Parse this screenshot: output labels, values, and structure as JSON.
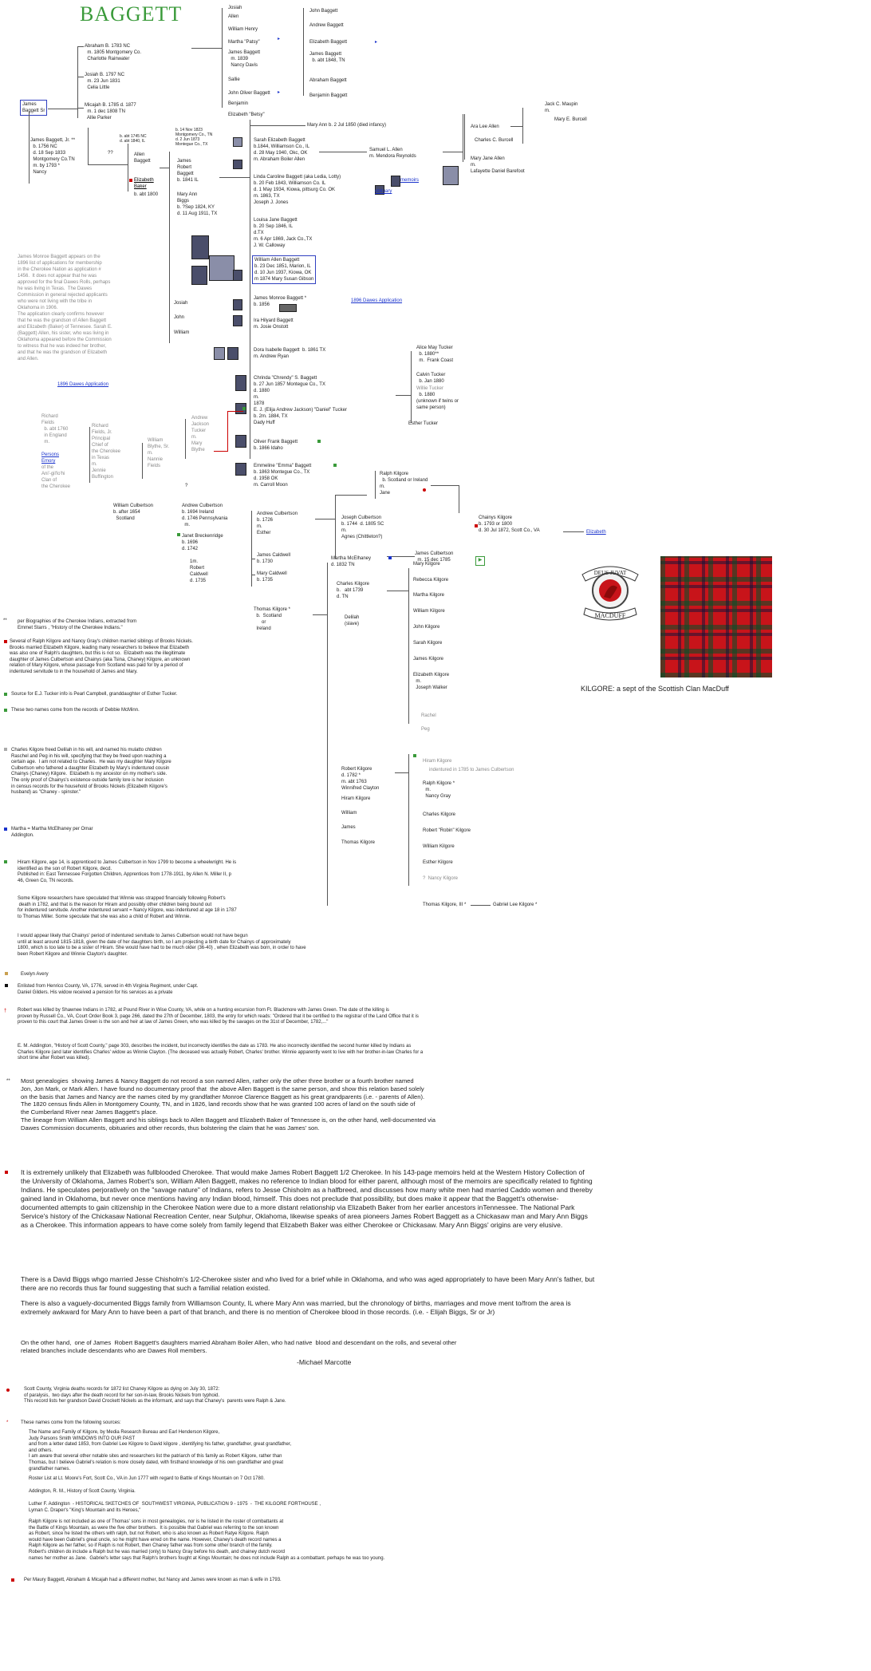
{
  "title": "BAGGETT",
  "colors": {
    "title": "#3a9a3a",
    "link": "#1a33cc",
    "box_border": "#3040c0",
    "accent_red": "#cc0000",
    "gray_text": "#888888"
  },
  "tree": {
    "james_sr": "James\nBaggett Sr",
    "abraham": "Abraham B. 1783 NC\n  m. 1805 Montgomery Co.\n  Charlotte Rainwater",
    "josiah_b": "Josiah B. 1797 NC\n  m. 23 Jun 1831\n  Celia Little",
    "micajah": "Micajah B. 1785 d. 1877\n  m. 1 dec 1808 TN\n  Allie Parker",
    "james_jr": "James Baggett, Jr. **\n  b. 1756 NC\n  d. 18 Sep 1833\n  Montgomery Co.TN\n  m. by 1793 *\n  Nancy",
    "abt_allen": "b. abt 1745 NC\nd. abt 1840, IL",
    "allen": "Allen\nBaggett",
    "elizabeth_baker": "Elizabeth\nBaker",
    "eb_born": "b. abt 1800",
    "qq": "??",
    "james_robert": "James\nRobert\nBaggett\nb. 1841 IL",
    "jrb_dates": "b. 14 Nov 1823\nMontgomery Co., TN\nd. 2 Jun 1873\nMontegue Co., TX",
    "mary_ann_biggs": "Mary Ann\nBiggs\nb. ?Sep 1824, KY\nd. 11 Aug 1911, TX",
    "sibs1": [
      "Josiah",
      "Allen",
      "William Henry",
      "Martha \"Patsy\"",
      "James Baggett\n  m. 1839\n  Nancy Davis",
      "Sallie",
      "John Oliver Baggett",
      "Benjamin",
      "Elizabeth \"Betsy\""
    ],
    "kids1": [
      "John Baggett",
      "Andrew Baggett",
      "Elizabeth Baggett",
      "James Baggett\n  b. abt 1848, TN",
      "Abraham Baggett",
      "Benjamin Baggett"
    ],
    "mary_ann_1850": "Mary Ann  b. 2 Jul 1850 (died infancy)",
    "sarah": "Sarah Elizabeth Baggett\nb.1844, Williamson Co., IL\nd. 28 May 1940, Okc, OK\nm. Abraham Boiler Allen",
    "samuel": "Samuel L. Allen\nm. Mendora Reynolds",
    "charles_burcell": "Charles C. Burcell",
    "jack_maupin": "Jack C. Maupin\nm.",
    "mary_burcell": "Mary E. Burcell",
    "ara_lee": "Ara Lee Allen",
    "mary_jane": "Mary Jane Allen\nm.\nLafayette Daniel Barefoot",
    "linda": "Linda Caroline Baggett (aka Ledia, Lotty)\nb. 20 Feb 1843, Williamson Co. IL\nd. 1 May 1934, Kiowa, pittsurg Co. OK\nm. 1863, TX\nJoseph J. Jones",
    "memoirs": "memoirs",
    "obituary": "obituary",
    "louisa": "Louisa Jane Baggett\nb. 20 Sep 1846, IL\nd.TX\nm. 6 Apr 1869, Jack Co.,TX\nJ. W. Calloway",
    "william_allen": "William Allen Baggett\nb. 23 Dec 1851, Marion, IL\nd. 10 Jun 1937, Kiowa, OK\nm 1874 Mary Susan Gibson",
    "jm_baggett": "James Monroe Baggett *\nb. 1856",
    "dawes_link1": "1896 Dawes Application",
    "ira": "Ira Hilyard Baggett\nm. Josie Onstott",
    "jjw": [
      "Josiah",
      "John",
      "William"
    ],
    "dora": "Dora Isabelle Baggett  b. 1861 TX\nm. Andrew Ryan",
    "alice": "Alice May Tucker\n  b. 1880**\n  m.  Frank Coast",
    "calvin": "Calvin Tucker\n  b. Jan 1880",
    "willie": "Willie Tucker",
    "willie_b": "  b. 1880\n(unknown if twins or\nsame person)",
    "chrinda": "Chrinda \"Chrendy\" S. Baggett\nb. 27 Jun 1857 Montegue Co., TX\nd. 1880\nm.\n1878\nE. J. (Elija Andrew Jackson) \"Daniel\" Tucker\nb. 2m. 1884, TX\nDady Huff",
    "esther_t": "Esther Tucker",
    "oliver": "Oliver Frank Baggett\nb. 1866 Idaho",
    "emmeline": "Emmeline \"Emma\" Baggett\nb. 1863 Montegue Co., TX\nd. 1958 OK\nm. Carroll Moon",
    "jm_note": "James Monroe Baggett appears on the\n1896 list of applications for membership\nin the Cherokee Nation as application #\n1456.  It does not appear that he was\napproved for the final Dawes Rolls, perhaps\nhe was living in Texas.  The Dawes\nCommission in general rejected applicants\nwho were not living with the tribe in\nOklahoma in 1906.\nThe application clearly confirms however\nthat he was the grandson of Allen Baggett\nand Elizabeth (Baker) of Tennesee. Sarah E.\n(Baggett) Allen, his sister, who was living in\nOklahoma appeared before the Commission\nto witness that he was indeed her brother,\nand that he was the grandson of Elizabeth\nand Allen.",
    "dawes_link2": "1896 Dawes Application",
    "richard": "Richard\nFields\n  b. abt 1760\n  in England\n  m.",
    "persons_emory": "Persons\nEmory",
    "emory_of": "of the\nAni'-gil'lo'hi\nClan of\nthe Cherokee",
    "richard_jr": "Richard\nFields, Jr.\nPrincipal\nChief of\nthe Cherokee\nin Texas\nm.\nJennie\nBuffington",
    "william_blythe": "William\nBlythe, Sr.\nm.\nNannie\nFields",
    "andrew_jt": "Andrew\nJackson\nTucker\nm.\nMary\nBlythe",
    "qm": "?",
    "william_c": "William Culbertson\nb. after 1654\n  Scotland",
    "andrew_c_1694": "Andrew Culbertson\nb. 1694 Ireland\nd. 1746 Pennsylvania\n  m.",
    "janet": "Janet Breckenridge\nb. 1696\nd. 1742",
    "andrew_c_1726": "Andrew Culbertson\nb. 1726\nm.\nEsther",
    "james_caldwell": "James Caldwell\nb. 1730",
    "robert_caldwell": "1m.\nRobert\nCaldwell\nd. 1735",
    "mary_caldwell": "Mary Caldwell\nb. 1735",
    "joseph_c": "Joseph Culbertson\nb. 1744  d. 1805 SC\nm.\nAgnes (Chittleton?)",
    "ralph_k": "Ralph Kilgore\n  b. Scotland or Ireland\nm.\nJane",
    "chainys": "Chainys Kilgore\nb. 1793 or 1800\nd. 30 Jul 1872, Scott Co., VA",
    "elizabeth_link": "Elizabeth",
    "james_c_1785": "James Culbertson\n  m. 15 dec 1785",
    "martha_mce": "Martha McElhaney\nd. 1832 TN",
    "thomas_k": "Thomas Kilgore *\n  b.  Scotland\n      or\n  Ireland",
    "charles_k": "Charles Kilgore\nb.   abt 1739\nd. TN",
    "delilah": "Delilah\n(slave)",
    "ck_kids": [
      "Mary Kilgore",
      "Rebecca Kilgore",
      "Martha Kilgore",
      "William Kilgore",
      "John Kilgore",
      "Sarah Kilgore",
      "James Kilgore",
      "Elizabeth Kilgore\n  m.\n  Joseph Walker"
    ],
    "ck_slaves": [
      "Rachel",
      "Peg"
    ],
    "robert_k": "Robert Kilgore\nd. 1782 *\nm. abt 1763\nWinnifred Clayton",
    "hiram": "Hiram Kilgore",
    "hiram_note": "indentured in 1785 to James Culbertson",
    "ralph_k2": "Ralph Kilgore *\n  m.\n  Nancy Gray",
    "rk_kids": [
      "Charles Kilgore",
      "Robert \"Robin\" Kilgore",
      "William Kilgore",
      "Esther Kilgore",
      "?  Nancy Kilgore"
    ],
    "tk_kids": [
      "Hiram Kilgore",
      "William",
      "James",
      "Thomas Kilgore"
    ],
    "thomas_iii": "Thomas Kilgore, III *",
    "gabriel": "Gabriel Lee Kilgore *",
    "crest_banner": "DEUS JUVAT",
    "crest_name": "MACDUFF",
    "kilgore_caption": "KILGORE:  a sept of the Scottish Clan MacDuff"
  },
  "notes": {
    "n1": "per Biographies of the Cherokee Indians, extracted from\nEmmet Starrs , \"History of the Cherokee Indians.\"",
    "n2": "Several of Ralph Kilgore and Nancy Gray's children married siblings of Brooks Nickels.\nBrooks married Elizabeth Kilgore, leading many researchers to believe that Elizabeth\nwas also one of Ralph's daughters, but this is not so.  Elizabeth was the illegitimate\ndaughter of James Culbertson and Chainys (aka Tsina, Chaney) Kilgore, an unknown\nrelation of Mary Kilgore, whose passage from Scotland was paid for by a period of\nindentured servitude to in the household of James and Mary.",
    "n3": "Source for E.J. Tucker info is  Pearl Campbell, granddaughter of Esther Tucker.",
    "n4": "These two names come from  the records of Debbie McMinn.",
    "n5": "Charles Kilgore freed Delilah in his will, and named his mulatto children\nRaschel and Peg in his will, specifying that they be freed upon reaching a\ncertain age.  I am not related to Charles.  He was my daughter Mary Kilgore\nCulbertson who fathered a daughter Elizabeth by Mary's indentured cousin\nChainys (Chaney) Kilgore.  Elizabeth is my ancestor on my mother's side.\nThe only proof of Chainys's existence outside family lore is her inclusion\nin census records for the household of Brooks Nickels (Elizabeth Kilgore's\nhusband) as \"Chaney - spinster.\"",
    "n6": "Martha = Martha McElhaney per Omar\nAddington.",
    "n7": "Hiram Kilgore, age 14, is apprenticed to James Culbertson in Nov 1799 to become a wheelwright. He is\nidentified as the son of Robert Kilgore, decd.\nPublished in: East Tennessee Forgotten Children, Apprentices from 1778-1911, by Allen N. Miller II, p\n46, Green Co, TN records.",
    "n7b": "Some Kilgore researchers have speculated that Winnie was strapped financially following Robert's\n death in 1782, and that is the reason for Hiram and possibly other children being bound out\nfor indentured servitude. Another indentured servant = Nancy Kilgore, was indentured at age 18 in 1787\nto Thomas Miller. Some speculate that she was also a child of Robert and Winnie.",
    "n7c": "I would appear likely that Chainys' period of indentured servitude to James Culbertson would not have begun\nuntil at least around 1815-1818, given the date of her daughters birth, so I am projecting a birth date for Chainys of approximately\n1800, which is too late to be a sister of Hiram. She would have had to be much older (36-40) , when Elizabeth was born, in order to have\nbeen Robert Kilgore and Winnie Clayton's daughter.",
    "n8": "Evelyn Avery",
    "n9": "Enlisted from Henrico County, VA, 1776, served in 4th Virginia Regiment, under Capt.\nDaniel Gilders. His widow received a pension for his services as a private",
    "n10": "Robert was killed by Shawnee Indians in 1782, at Pound River in Wise County, VA, while on a hunting excursion from Ft. Blackmore with James Green. The date of the killing is\nproven by Russell Co., VA, Court Order Book 3, page 266, dated the 27th of December, 1803, the entry for which reads: \"Ordered that it be certified to the registrar of the Land Office that it is\nproven to this court that James Green is the son and heir at law of James Green, who was killed by the savages on the 31st of December, 1782,...\"",
    "n10b": "E. M. Addington, \"History of Scott County,\" page 303, describes the incident, but incorrectly identifies the date as 1783. He also incorrectly identified the second hunter killed by Indians as\nCharles Kilgore (and later identifies Charles' widow as Winnie Clayton. (The deceased was actually Robert, Charles' brother. Winnie apparently went to live with her brother-in-law Charles for a\nshort time after Robert was killed).",
    "n11": "Most genealogies  showing James & Nancy Baggett do not record a son named Allen, rather only the other three brother or a fourth brother named\nJon, Jon Mark, or Mark Allen. I have found no documentary proof that  the above Allen Baggett is the same person, and show this relation based solely\non the basis that James and Nancy are the names cited by my grandfather Monroe Clarence Baggett as his great grandparents (i.e. - parents of Allen).\nThe 1820 census finds Allen in Montgomery County, TN, and in 1826, land records show that he was granted 100 acres of land on the south side of\nthe Cumberland River near James Baggett's place.\nThe lineage from William Allen Baggett and his siblings back to Allen Baggett and Elizabeth Baker of Tennessee is, on the other hand, well-documented via\nDawes Commission documents, obituaries and other records, thus bolstering the claim that he was James' son.",
    "n12": "It is extremely unlikely that Elizabeth was fullblooded Cherokee.  That would make James Robert Baggett 1/2 Cherokee. In his 143-page memoirs held at the Western History Collection of the University of Oklahoma, James Robert's son,  William Allen Baggett, makes no reference to Indian blood for either parent, although most of the memoirs are specifically related to fighting Indians. He speculates perjoratively on the \"savage nature\" of Indians, refers to Jesse Chisholm as a halfbreed, and discusses how many white men had married Caddo women and thereby gained land in Oklahoma, but never once mentions having any Indian blood, himself. This does not preclude that possibility, but does make it appear that the Baggett's otherwise-documented attempts to gain citizenship in the Cherokee Nation were due to a more distant relationship via Elizabeth Baker from her earlier ancestors inTennessee.  The National Park Service's history of the Chickasaw National Recreation Center, near Sulphur, Oklahoma, likewise speaks of area pioneers James Robert Baggett as a Chickasaw man and Mary Ann Biggs as a Cherokee.  This information appears to have come solely from family legend that Elizabeth Baker was either Cherokee or Chickasaw.    Mary Ann Biggs' origins are very elusive.",
    "n12b": "There is a David Biggs whgo married Jesse Chisholm's 1/2-Cherokee sister and who lived for a brief while in Oklahoma, and who was aged appropriately to have been Mary Ann's father, but there are no records thus far found suggesting that such a familial relation existed.",
    "n12c": "There is also a vaguely-documented Biggs family from Williamson County, IL where Mary Ann was married,  but the chronology of births, marriages  and move ment to/from the area  is extremely awkward for Mary Ann to have been a part of that branch, and there  is no mention of Cherokee blood in those records. (i.e. - Elijah Biggs, Sr or Jr)",
    "n12d": "On the other hand,  one of James  Robert Baggett's daughters married Abraham Boiler Allen, who had native  blood and descendant on the rolls, and several other\nrelated branches include descendants who are Dawes Roll members.",
    "signature": "-Michael Marcotte",
    "n13": "Scott County, Virginia deaths records for 1872 list Chaney Kilgore as dying on July 30, 1872:\nof paralysis,  two days after the death record for her son-in-law, Brooks Nickels from typhoid.\nThis record lists her grandson David Crockett Nickels as the informant, and says that Chaney's  parents were Ralph & Jane.",
    "n14_head": "These names come from the following sources:",
    "n14": "The Name and Family of Kilgore, by Media Research Bureau and Earl Henderson Kilgore,\nJudy Parsons Smith WINDOWS INTO OUR PAST\nand from a letter dated 1853, from Gabriel Lee Kilgore to David kilgore , identifying his father, grandfather, great grandfather,\nand others.\nI am aware that several other notable sites and researchers list the patriarch of this family as Robert Kilgore, rather than\nThomas, but I believe Gabriel's relation is more closely dated, with firsthand knowledge of his own grandfather and great\ngrandfather names.",
    "n14b": "Roster List at Lt. Moore's  Fort, Scott Co., VA in Jun 1777  with regard to Battle of Kings Mountain on 7 Oct 1780.",
    "n14c": "Addington, R. M., History of Scott County, Virginia.",
    "n14d": "Luther F. Addington  - HISTORICAL SKETCHES OF  SOUTHWEST VIRGINIA, PUBLICATION 9 - 1975  -  THE KILGORE FORTHOUSE ,\nLyman C. Draper's \"King's Mountain and Its Heroes,\"",
    "n14e": "Ralph Kilgore is not included as one of Thomas' sons in most genealogies, nor is he listed in the roster of combattants at\nthe Battle of Kings Mountain, as were the five other brothers.  It is possible that Gabriel was referring to the son known\nas Robert, since he listed the others with ralph, but not Robert, who is also known as Robert Ratye Kilgore. Ralph\nwould have been Gabriel's great uncle, so he might have erred on the name. However, Chaney's death record names a\nRalph Kilgore as her father, so if Ralph is not Robert, then Chaney father was from some other branch of the family.\nRobert's children do include a Ralph but he was married (only) to Nancy Gray before his death, and chainey dutch record\nnames her mother as Jane.  Gabriel's letter says that Ralph's brothers fought at Kings Mountain; he does not include Ralph as a combattant. perhaps he was too young.",
    "n15": "Per Maury Baggett, Abraham & Micajah had a different mother, but Nancy and James were known as man & wife in 1793."
  }
}
